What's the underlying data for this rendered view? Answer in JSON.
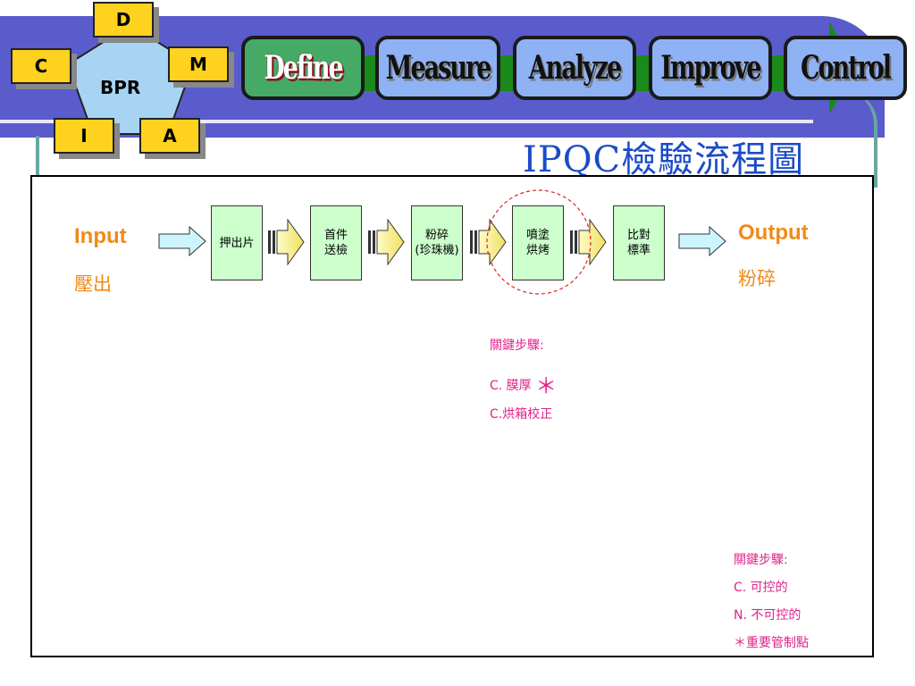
{
  "header": {
    "bpr_center": "BPR",
    "cycle": [
      "D",
      "M",
      "A",
      "I",
      "C"
    ],
    "phases": [
      "Define",
      "Measure",
      "Analyze",
      "Improve",
      "Control"
    ],
    "title": "IPQC檢驗流程圖"
  },
  "flow": {
    "input_label": "Input",
    "input_sub": "壓出",
    "output_label": "Output",
    "output_sub": "粉碎",
    "steps": [
      {
        "line1": "押出片",
        "line2": ""
      },
      {
        "line1": "首件",
        "line2": "送檢"
      },
      {
        "line1": "粉碎",
        "line2": "(珍珠機)"
      },
      {
        "line1": "噴塗",
        "line2": "烘烤"
      },
      {
        "line1": "比對",
        "line2": "標準"
      }
    ],
    "highlighted_step": "噴塗 烘烤"
  },
  "key_steps_center": {
    "heading": "關鍵步驟:",
    "item1": "C. 膜厚",
    "item1_mark": "＊",
    "item2": "C.烘箱校正"
  },
  "legend": {
    "heading": "關鍵步驟:",
    "c": "C. 可控的",
    "n": "N. 不可控的",
    "star": "＊重要管制點"
  },
  "colors": {
    "band": "#5a5ccc",
    "phase_button": "#8fb2f4",
    "define_button": "#44aa66",
    "dmaic_box": "#ffd21f",
    "title": "#1a4cc8",
    "io": "#f08a18",
    "notes": "#e0218a",
    "step_fill": "#ccffcc",
    "highlight_circle": "#e02020"
  }
}
